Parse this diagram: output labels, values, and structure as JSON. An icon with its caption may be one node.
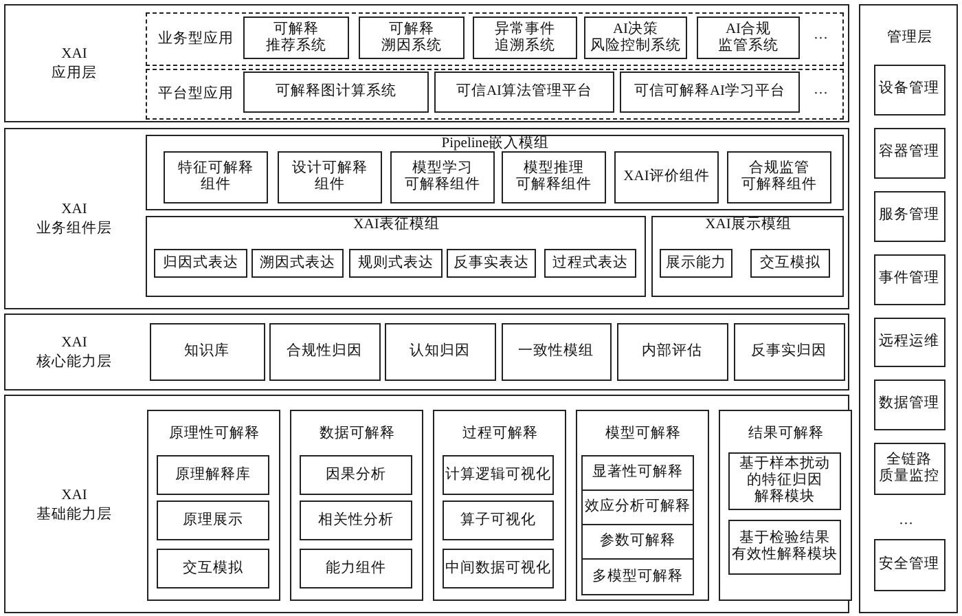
{
  "diagram": {
    "nodes": [
      {
        "text": [
          "XAI应用层"
        ]
      },
      {
        "text": [
          "业务型应用"
        ],
        "in": 0
      },
      {
        "text": [
          "可解释推荐系统"
        ],
        "in": 1
      },
      {
        "text": [
          "可解释溯因系统"
        ],
        "in": 1
      },
      {
        "text": [
          "异常事件追溯系统"
        ],
        "in": 1
      },
      {
        "text": [
          "AI决策风险控制系统"
        ],
        "in": 1
      },
      {
        "text": [
          "AI合规监管系统"
        ],
        "in": 1
      },
      {
        "text": [
          "平台型应用"
        ],
        "in": 0
      },
      {
        "text": [
          "可解释图计算系统"
        ],
        "in": 7
      },
      {
        "text": [
          "可信AI算法管理平台"
        ],
        "in": 7
      },
      {
        "text": [
          "可信可解释AI学习平台"
        ],
        "in": 7
      },
      {
        "text": [
          "XAI业务组件层"
        ]
      },
      {
        "text": [
          "Pipeline嵌入模组"
        ],
        "in": 11
      },
      {
        "text": [
          "特征可解释组件"
        ],
        "in": 12
      },
      {
        "text": [
          "设计可解释组件"
        ],
        "in": 12
      },
      {
        "text": [
          "模型学习可解释组件"
        ],
        "in": 12
      },
      {
        "text": [
          "模型推理可解释组件"
        ],
        "in": 12
      },
      {
        "text": [
          "XAI评价组件"
        ],
        "in": 12
      },
      {
        "text": [
          "合规监管可解释组件"
        ],
        "in": 12
      },
      {
        "text": [
          "XAI表征模组"
        ],
        "in": 11
      },
      {
        "text": [
          "归因式表达"
        ],
        "in": 19
      },
      {
        "text": [
          "溯因式表达"
        ],
        "in": 19
      },
      {
        "text": [
          "规则式表达"
        ],
        "in": 19
      },
      {
        "text": [
          "反事实表达"
        ],
        "in": 19
      },
      {
        "text": [
          "过程式表达"
        ],
        "in": 19
      },
      {
        "text": [
          "XAI展示模组"
        ],
        "in": 11
      },
      {
        "text": [
          "展示能力"
        ],
        "in": 25
      },
      {
        "text": [
          "交互模拟"
        ],
        "in": 25
      },
      {
        "text": [
          "XAI核心能力层"
        ]
      },
      {
        "text": [
          "知识库"
        ],
        "in": 28
      },
      {
        "text": [
          "合规性归因"
        ],
        "in": 28
      },
      {
        "text": [
          "认知归因"
        ],
        "in": 28
      },
      {
        "text": [
          "一致性模组"
        ],
        "in": 28
      },
      {
        "text": [
          "内部评估"
        ],
        "in": 28
      },
      {
        "text": [
          "反事实归因"
        ],
        "in": 28
      },
      {
        "text": [
          "XAI基础能力层"
        ]
      },
      {
        "text": [
          "原理性可解释"
        ],
        "in": 35
      },
      {
        "text": [
          "原理解释库"
        ],
        "in": 36
      },
      {
        "text": [
          "原理展示"
        ],
        "in": 36
      },
      {
        "text": [
          "交互模拟"
        ],
        "in": 36
      },
      {
        "text": [
          "数据可解释"
        ],
        "in": 35
      },
      {
        "text": [
          "因果分析"
        ],
        "in": 40
      },
      {
        "text": [
          "相关性分析"
        ],
        "in": 40
      },
      {
        "text": [
          "能力组件"
        ],
        "in": 40
      },
      {
        "text": [
          "过程可解释"
        ],
        "in": 35
      },
      {
        "text": [
          "计算逻辑可视化"
        ],
        "in": 44
      },
      {
        "text": [
          "算子可视化"
        ],
        "in": 44
      },
      {
        "text": [
          "中间数据可视化"
        ],
        "in": 44
      },
      {
        "text": [
          "模型可解释"
        ],
        "in": 35
      },
      {
        "text": [
          "显著性可解释"
        ],
        "in": 48
      },
      {
        "text": [
          "效应分析可解释"
        ],
        "in": 48
      },
      {
        "text": [
          "参数可解释"
        ],
        "in": 48
      },
      {
        "text": [
          "多模型可解释"
        ],
        "in": 48
      },
      {
        "text": [
          "结果可解释"
        ],
        "in": 35
      },
      {
        "text": [
          "基于样本扰动的特征归因解释模块"
        ],
        "in": 53
      },
      {
        "text": [
          "基于检验结果有效性解释模块"
        ],
        "in": 53
      },
      {
        "text": [
          "管理层"
        ]
      },
      {
        "text": [
          "设备管理"
        ],
        "in": 56
      },
      {
        "text": [
          "容器管理"
        ],
        "in": 56
      },
      {
        "text": [
          "服务管理"
        ],
        "in": 56
      },
      {
        "text": [
          "事件管理"
        ],
        "in": 56
      },
      {
        "text": [
          "远程运维"
        ],
        "in": 56
      },
      {
        "text": [
          "数据管理"
        ],
        "in": 56
      },
      {
        "text": [
          "全链路质量监控"
        ],
        "in": 56
      },
      {
        "text": [
          "安全管理"
        ],
        "in": 56
      }
    ],
    "labels": [
      "…",
      "…",
      "…"
    ]
  }
}
